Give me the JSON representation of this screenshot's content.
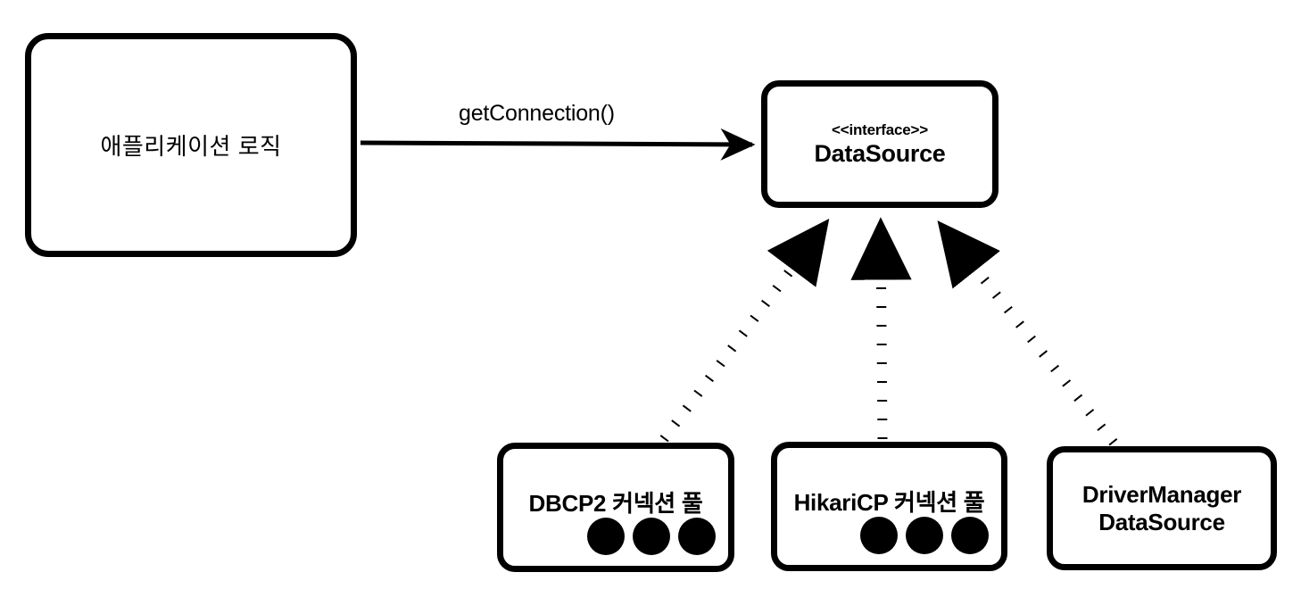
{
  "diagram": {
    "title": "DataSource interface realization diagram",
    "background_color": "#ffffff",
    "stroke_color": "#000000"
  },
  "nodes": {
    "app_logic": {
      "label": "애플리케이션 로직",
      "shape": "rounded-rectangle",
      "role": "client"
    },
    "datasource": {
      "stereotype": "<<interface>>",
      "label": "DataSource",
      "shape": "rounded-rectangle",
      "role": "interface"
    },
    "dbcp2": {
      "label": "DBCP2 커넥션 풀",
      "shape": "rounded-rectangle",
      "role": "implementation",
      "dots": 3
    },
    "hikaricp": {
      "label": "HikariCP 커넥션 풀",
      "shape": "rounded-rectangle",
      "role": "implementation",
      "dots": 3
    },
    "drivermanager": {
      "label_line1": "DriverManager",
      "label_line2": "DataSource",
      "shape": "rounded-rectangle",
      "role": "implementation",
      "dots": 0
    }
  },
  "edges": {
    "call": {
      "label": "getConnection()",
      "from": "app_logic",
      "to": "datasource",
      "style": "solid",
      "arrowhead": "open"
    },
    "realize_dbcp2": {
      "label": "",
      "from": "dbcp2",
      "to": "datasource",
      "style": "dotted",
      "arrowhead": "filled-triangle"
    },
    "realize_hikaricp": {
      "label": "",
      "from": "hikaricp",
      "to": "datasource",
      "style": "dotted",
      "arrowhead": "filled-triangle"
    },
    "realize_drivermanager": {
      "label": "",
      "from": "drivermanager",
      "to": "datasource",
      "style": "dotted",
      "arrowhead": "filled-triangle"
    }
  }
}
